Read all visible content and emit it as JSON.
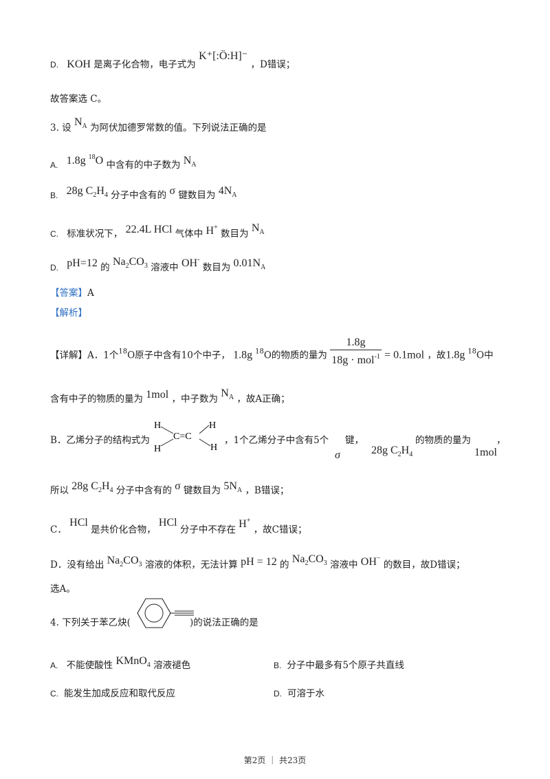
{
  "line_d_prev": {
    "label": "D.",
    "formula": "KOH",
    "text1": "是离子化合物，电子式为",
    "e_formula": "K⁺[:Ö:H]⁻",
    "text2": "，D错误；"
  },
  "answer_prev": "故答案选 C。",
  "q3": {
    "stem_pre": "3. 设",
    "stem_post": "为阿伏加德罗常数的值。下列说法正确的是",
    "NA": "N",
    "NA_sub": "A",
    "options": [
      {
        "letter": "A.",
        "f1": "1.8g ",
        "f1_sup": "18",
        "f1b": "O",
        "t1": "中含有的中子数为",
        "f2": "N",
        "f2_sub": "A"
      },
      {
        "letter": "B.",
        "f1": "28g C",
        "f1_sub": "2",
        "f1b": "H",
        "f1b_sub": "4",
        "t1": "分子中含有的",
        "sigma": "σ",
        "t2": "键数目为",
        "f2": "4N",
        "f2_sub": "A"
      },
      {
        "letter": "C.",
        "t0": "标准状况下，",
        "f1": "22.4L HCl",
        "t1": "气体中",
        "f2": "H",
        "f2_sup": "+",
        "t2": "数目为",
        "f3": "N",
        "f3_sub": "A"
      },
      {
        "letter": "D.",
        "f1": "pH=12",
        "t1": "的",
        "f2": "Na",
        "f2_sub": "2",
        "f2b": "CO",
        "f2b_sub": "3",
        "t2": "溶液中",
        "f3": "OH",
        "f3_sup": "-",
        "t3": "数目为",
        "f4": "0.01N",
        "f4_sub": "A"
      }
    ],
    "answer_label": "【答案】",
    "answer": "A",
    "analysis_label": "【解析】"
  },
  "detail": {
    "a_pre": "【详解】A．1个",
    "a_sup": "18",
    "a_t1": "O原子中含有10个中子，",
    "a_f1": "1.8g ",
    "a_t2": "O的物质的量为",
    "frac_num": "1.8g",
    "frac_den": "18g · mol",
    "frac_den_sup": "-1",
    "frac_res": "= 0.1mol",
    "a_t3": "，故",
    "a_t4": "O中",
    "a2_t1": "含有中子的物质的量为",
    "a2_f1": "1mol",
    "a2_t2": "，中子数为",
    "a2_t3": "，故A正确；",
    "b_t1": "B．乙烯分子的结构式为",
    "b_t2": "，1个乙烯分子中含有5个",
    "b_t3": "键，",
    "b_t4": "的物质的量为",
    "b_sigma": "σ",
    "b_f1": "1mol",
    "b_comma": "，",
    "b2_t1": "所以",
    "b2_t2": "分子中含有的",
    "b2_t3": "键数目为",
    "b2_f": "5N",
    "b2_t4": "，B错误；",
    "c_t1": "C．",
    "c_f1": "HCl",
    "c_t2": "是共价化合物，",
    "c_t3": "分子中不存在",
    "c_f2": "H",
    "c_f2_sup": "+",
    "c_t4": "，故C错误；",
    "d_t1": "D．没有给出",
    "d_t2": "溶液的体积，无法计算",
    "d_f1": "pH = 12",
    "d_t3": "的",
    "d_t4": "溶液中",
    "d_f2": "OH",
    "d_f2_sup": "−",
    "d_t5": "的数目，故D错误；",
    "choose": "选A。",
    "struct_H": "H",
    "struct_CC": "C=C"
  },
  "q4": {
    "stem_pre": "4. 下列关于苯乙炔(",
    "stem_post": ")的说法正确的是",
    "options": [
      {
        "letter": "A.",
        "t1": "不能使酸性",
        "f1": "KMnO",
        "f1_sub": "4",
        "t2": "溶液褪色"
      },
      {
        "letter": "B.",
        "t1": "分子中最多有5个原子共直线"
      },
      {
        "letter": "C.",
        "t1": "能发生加成反应和取代反应"
      },
      {
        "letter": "D.",
        "t1": "可溶于水"
      }
    ]
  },
  "footer": "第2页 ｜ 共23页"
}
